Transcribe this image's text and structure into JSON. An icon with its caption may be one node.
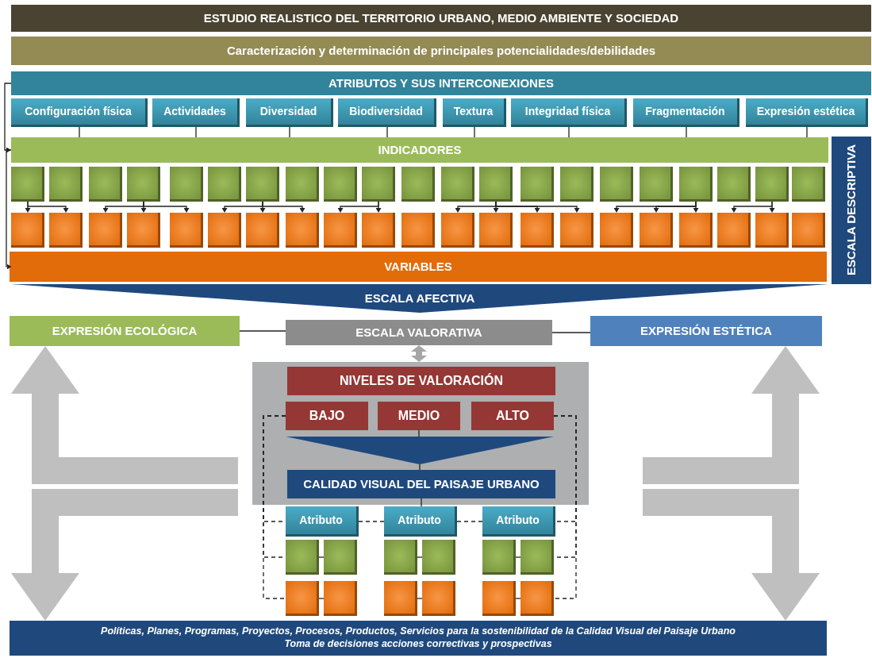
{
  "diagram": {
    "nodes": [
      {
        "text": [
          "ESTUDIO REALISTICO DEL TERRITORIO URBANO, MEDIO AMBIENTE Y SOCIEDAD"
        ]
      },
      {
        "text": [
          "Caracterización y determinación de principales potencialidades/debilidades"
        ]
      },
      {
        "text": [
          "ATRIBUTOS Y SUS INTERCONEXIONES"
        ]
      },
      {
        "text": [
          "Configuración física"
        ]
      },
      {
        "text": [
          "Actividades"
        ]
      },
      {
        "text": [
          "Diversidad"
        ]
      },
      {
        "text": [
          "Biodiversidad"
        ]
      },
      {
        "text": [
          "Textura"
        ]
      },
      {
        "text": [
          "Integridad física"
        ]
      },
      {
        "text": [
          "Fragmentación"
        ]
      },
      {
        "text": [
          "Expresión estética"
        ]
      },
      {
        "text": [
          "INDICADORES"
        ]
      },
      {
        "text": [],
        "shape": "box"
      },
      {
        "text": [],
        "shape": "box"
      },
      {
        "text": [],
        "shape": "box"
      },
      {
        "text": [],
        "shape": "box"
      },
      {
        "text": [],
        "shape": "box"
      },
      {
        "text": [],
        "shape": "box"
      },
      {
        "text": [],
        "shape": "box"
      },
      {
        "text": [],
        "shape": "box"
      },
      {
        "text": [],
        "shape": "box"
      },
      {
        "text": [],
        "shape": "box"
      },
      {
        "text": [],
        "shape": "box"
      },
      {
        "text": [],
        "shape": "box"
      },
      {
        "text": [],
        "shape": "box"
      },
      {
        "text": [],
        "shape": "box"
      },
      {
        "text": [],
        "shape": "box"
      },
      {
        "text": [],
        "shape": "box"
      },
      {
        "text": [],
        "shape": "box"
      },
      {
        "text": [],
        "shape": "box"
      },
      {
        "text": [],
        "shape": "box"
      },
      {
        "text": [],
        "shape": "box"
      },
      {
        "text": [],
        "shape": "box"
      },
      {
        "text": [],
        "shape": "box"
      },
      {
        "text": [],
        "shape": "box"
      },
      {
        "text": [],
        "shape": "box"
      },
      {
        "text": [],
        "shape": "box"
      },
      {
        "text": [],
        "shape": "box"
      },
      {
        "text": [],
        "shape": "box"
      },
      {
        "text": [],
        "shape": "box"
      },
      {
        "text": [],
        "shape": "box"
      },
      {
        "text": [],
        "shape": "box"
      },
      {
        "text": [],
        "shape": "box"
      },
      {
        "text": [],
        "shape": "box"
      },
      {
        "text": [],
        "shape": "box"
      },
      {
        "text": [],
        "shape": "box"
      },
      {
        "text": [],
        "shape": "box"
      },
      {
        "text": [],
        "shape": "box"
      },
      {
        "text": [],
        "shape": "box"
      },
      {
        "text": [],
        "shape": "box"
      },
      {
        "text": [],
        "shape": "box"
      },
      {
        "text": [],
        "shape": "box"
      },
      {
        "text": [],
        "shape": "box"
      },
      {
        "text": [],
        "shape": "box"
      },
      {
        "text": [
          "VARIABLES"
        ]
      },
      {
        "text": [
          "ESCALA DESCRIPTIVA"
        ]
      },
      {
        "text": [
          "ESCALA AFECTIVA"
        ]
      },
      {
        "text": [
          "EXPRESIÓN ECOLÓGICA"
        ]
      },
      {
        "text": [
          "ESCALA VALORATIVA"
        ]
      },
      {
        "text": [
          "EXPRESIÓN ESTÉTICA"
        ]
      },
      {
        "text": [],
        "shape": "box"
      },
      {
        "text": [
          "NIVELES DE VALORACIÓN"
        ],
        "in": 60
      },
      {
        "text": [
          "BAJO"
        ],
        "in": 60
      },
      {
        "text": [
          "MEDIO"
        ],
        "in": 60
      },
      {
        "text": [
          "ALTO"
        ],
        "in": 60
      },
      {
        "text": [
          "CALIDAD VISUAL DEL PAISAJE URBANO"
        ],
        "in": 60
      },
      {
        "text": [
          "Atributo"
        ]
      },
      {
        "text": [
          "Atributo"
        ]
      },
      {
        "text": [
          "Atributo"
        ]
      },
      {
        "text": [],
        "shape": "box"
      },
      {
        "text": [],
        "shape": "box"
      },
      {
        "text": [],
        "shape": "box"
      },
      {
        "text": [],
        "shape": "box"
      },
      {
        "text": [],
        "shape": "box"
      },
      {
        "text": [],
        "shape": "box"
      },
      {
        "text": [],
        "shape": "box"
      },
      {
        "text": [],
        "shape": "box"
      },
      {
        "text": [],
        "shape": "box"
      },
      {
        "text": [],
        "shape": "box"
      },
      {
        "text": [],
        "shape": "box"
      },
      {
        "text": [],
        "shape": "box"
      },
      {
        "text": [
          "Políticas, Planes, Programas, Proyectos, Procesos, Productos, Servicios para la sostenibilidad de la Calidad Visual del Paisaje Urbano",
          "Toma de decisiones acciones correctivas y prospectivas"
        ]
      },
      {
        "text": [],
        "shape": "triangle",
        "in": 60
      }
    ],
    "edges": [
      {
        "from": 3,
        "to": 11,
        "arrow": "none"
      },
      {
        "from": 4,
        "to": 11,
        "arrow": "none"
      },
      {
        "from": 5,
        "to": 11,
        "arrow": "none"
      },
      {
        "from": 6,
        "to": 11,
        "arrow": "none"
      },
      {
        "from": 7,
        "to": 11,
        "arrow": "none"
      },
      {
        "from": 8,
        "to": 11,
        "arrow": "none"
      },
      {
        "from": 9,
        "to": 11,
        "arrow": "none"
      },
      {
        "from": 10,
        "to": 11,
        "arrow": "none"
      },
      {
        "from": 2,
        "to": 11,
        "arrow": "to"
      },
      {
        "from": 11,
        "to": 54,
        "arrow": "to"
      },
      {
        "from": 12,
        "to": 33,
        "arrow": "to"
      },
      {
        "from": 12,
        "to": 34,
        "arrow": "to"
      },
      {
        "from": 15,
        "to": 35,
        "arrow": "to"
      },
      {
        "from": 15,
        "to": 36,
        "arrow": "to"
      },
      {
        "from": 15,
        "to": 37,
        "arrow": "to"
      },
      {
        "from": 18,
        "to": 38,
        "arrow": "to"
      },
      {
        "from": 18,
        "to": 39,
        "arrow": "to"
      },
      {
        "from": 18,
        "to": 40,
        "arrow": "to"
      },
      {
        "from": 21,
        "to": 41,
        "arrow": "to"
      },
      {
        "from": 21,
        "to": 42,
        "arrow": "to"
      },
      {
        "from": 24,
        "to": 44,
        "arrow": "to"
      },
      {
        "from": 24,
        "to": 45,
        "arrow": "to"
      },
      {
        "from": 24,
        "to": 46,
        "arrow": "to"
      },
      {
        "from": 24,
        "to": 47,
        "arrow": "to"
      },
      {
        "from": 29,
        "to": 48,
        "arrow": "to"
      },
      {
        "from": 29,
        "to": 49,
        "arrow": "to"
      },
      {
        "from": 29,
        "to": 50,
        "arrow": "to"
      },
      {
        "from": 31,
        "to": 51,
        "arrow": "to"
      },
      {
        "from": 31,
        "to": 52,
        "arrow": "to"
      },
      {
        "from": 57,
        "to": 58,
        "arrow": "none"
      },
      {
        "from": 58,
        "to": 59,
        "arrow": "none"
      },
      {
        "from": 58,
        "to": 60,
        "arrow": "both",
        "style": "thick",
        "color": "#a6a6a6"
      },
      {
        "from": null,
        "to": 57,
        "arrow": "to",
        "style": "thick",
        "color": "#bfbfbf"
      },
      {
        "from": null,
        "to": 81,
        "arrow": "to",
        "style": "thick",
        "color": "#bfbfbf"
      },
      {
        "from": null,
        "to": 59,
        "arrow": "to",
        "style": "thick",
        "color": "#bfbfbf"
      },
      {
        "from": null,
        "to": 81,
        "arrow": "to",
        "style": "thick",
        "color": "#bfbfbf"
      },
      {
        "from": 63,
        "to": 82,
        "arrow": "none"
      },
      {
        "from": 65,
        "to": 67,
        "arrow": "none"
      },
      {
        "from": 62,
        "to": 66,
        "arrow": "none",
        "style": "dashed"
      },
      {
        "from": 62,
        "to": 69,
        "arrow": "none",
        "style": "dashed"
      },
      {
        "from": 62,
        "to": 75,
        "arrow": "none",
        "style": "dashed"
      },
      {
        "from": 64,
        "to": 68,
        "arrow": "none",
        "style": "dashed"
      },
      {
        "from": 64,
        "to": 74,
        "arrow": "none",
        "style": "dashed"
      },
      {
        "from": 64,
        "to": 80,
        "arrow": "none",
        "style": "dashed"
      },
      {
        "from": 66,
        "to": 67,
        "arrow": "none",
        "style": "dashed"
      },
      {
        "from": 67,
        "to": 68,
        "arrow": "none",
        "style": "dashed"
      },
      {
        "from": 69,
        "to": 70,
        "arrow": "none"
      },
      {
        "from": 71,
        "to": 72,
        "arrow": "none"
      },
      {
        "from": 73,
        "to": 74,
        "arrow": "none"
      },
      {
        "from": 75,
        "to": 76,
        "arrow": "none"
      },
      {
        "from": 77,
        "to": 78,
        "arrow": "none"
      },
      {
        "from": 79,
        "to": 80,
        "arrow": "none"
      },
      {
        "from": 82,
        "to": 65,
        "arrow": "none"
      }
    ]
  }
}
